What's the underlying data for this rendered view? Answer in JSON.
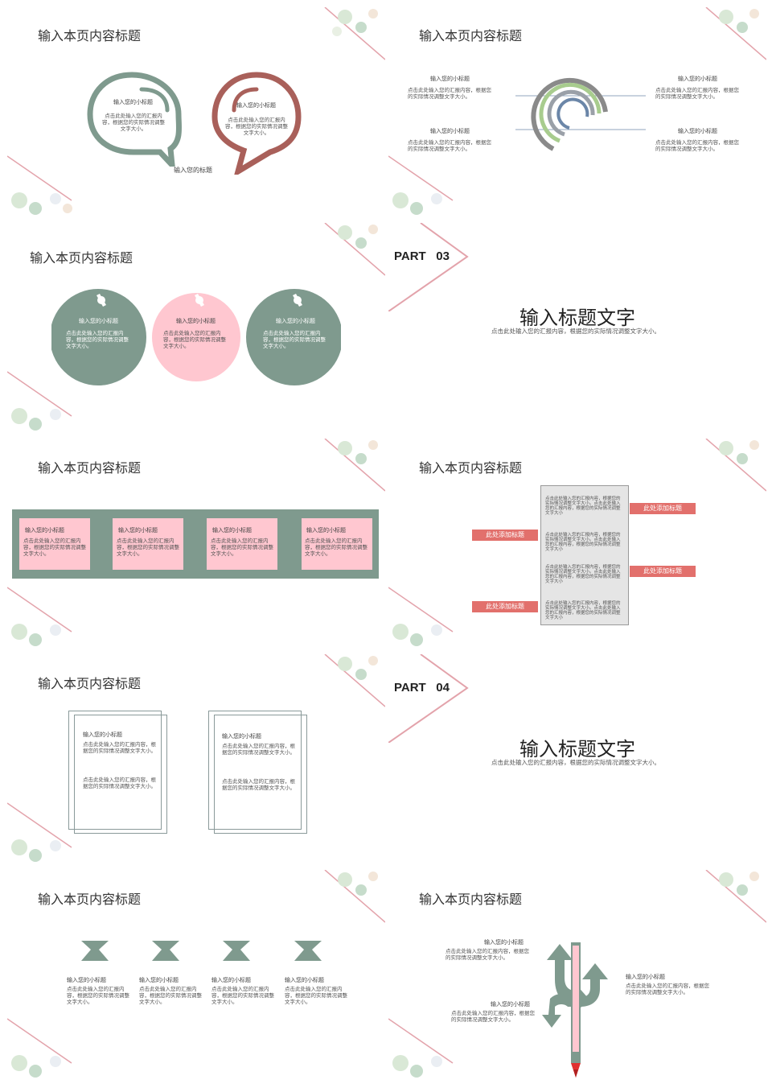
{
  "colors": {
    "green": "#7f9a8e",
    "red": "#a9605a",
    "pink": "#ffc7d0",
    "pinkline": "#e3a3ab",
    "salmon": "#e2706c",
    "gray": "#e5e5e5"
  },
  "s1": {
    "title": "输入本页内容标题",
    "b1_sub": "输入您的小标题",
    "b1_body": "点击此处输入您的汇报内容，根据您的实际情况调整文字大小。",
    "b2_sub": "输入您的小标题",
    "b2_body": "点击此处输入您的汇报内容，根据您的实际情况调整文字大小。",
    "bottom": "输入您的标题"
  },
  "s2": {
    "title": "输入本页内容标题",
    "items": [
      {
        "sub": "输入您的小标题",
        "body": "点击此处输入您的汇报内容，根据您的实际情况调整文字大小。"
      },
      {
        "sub": "输入您的小标题",
        "body": "点击此处输入您的汇报内容，根据您的实际情况调整文字大小。"
      },
      {
        "sub": "输入您的小标题",
        "body": "点击此处输入您的汇报内容，根据您的实际情况调整文字大小。"
      },
      {
        "sub": "输入您的小标题",
        "body": "点击此处输入您的汇报内容，根据您的实际情况调整文字大小。"
      }
    ]
  },
  "s3": {
    "title": "输入本页内容标题",
    "circles": [
      {
        "sub": "输入您的小标题",
        "body": "点击此处输入您的汇报内容，根据您的实际情况调整文字大小。"
      },
      {
        "sub": "输入您的小标题",
        "body": "点击此处输入您的汇报内容，根据您的实际情况调整文字大小。"
      },
      {
        "sub": "输入您的小标题",
        "body": "点击此处输入您的汇报内容，根据您的实际情况调整文字大小。"
      }
    ]
  },
  "s4": {
    "part": "PART",
    "num": "03",
    "heading": "输入标题文字",
    "desc": "点击此处输入您的汇报内容，根据您的实际情况调整文字大小。"
  },
  "s5": {
    "title": "输入本页内容标题",
    "cards": [
      {
        "sub": "输入您的小标题",
        "body": "点击此处输入您的汇报内容，根据您的实际情况调整文字大小。"
      },
      {
        "sub": "输入您的小标题",
        "body": "点击此处输入您的汇报内容，根据您的实际情况调整文字大小。"
      },
      {
        "sub": "输入您的小标题",
        "body": "点击此处输入您的汇报内容，根据您的实际情况调整文字大小。"
      },
      {
        "sub": "输入您的小标题",
        "body": "点击此处输入您的汇报内容，根据您的实际情况调整文字大小。"
      }
    ]
  },
  "s6": {
    "title": "输入本页内容标题",
    "tag": "此处添加标题",
    "rows": [
      "点击此处输入您的汇报内容，根据您的实际情况调整文字大小。点击此处输入您的汇报内容，根据您的实际情况调整文字大小",
      "点击此处输入您的汇报内容，根据您的实际情况调整文字大小。点击此处输入您的汇报内容，根据您的实际情况调整文字大小",
      "点击此处输入您的汇报内容，根据您的实际情况调整文字大小。点击此处输入您的汇报内容，根据您的实际情况调整文字大小",
      "点击此处输入您的汇报内容，根据您的实际情况调整文字大小。点击此处输入您的汇报内容，根据您的实际情况调整文字大小"
    ]
  },
  "s7": {
    "title": "输入本页内容标题",
    "frames": [
      {
        "sub": "输入您的小标题",
        "body1": "点击此处输入您的汇报内容，根据您的实际情况调整文字大小。",
        "body2": "点击此处输入您的汇报内容，根据您的实际情况调整文字大小。"
      },
      {
        "sub": "输入您的小标题",
        "body1": "点击此处输入您的汇报内容，根据您的实际情况调整文字大小。",
        "body2": "点击此处输入您的汇报内容，根据您的实际情况调整文字大小。"
      }
    ]
  },
  "s8": {
    "part": "PART",
    "num": "04",
    "heading": "输入标题文字",
    "desc": "点击此处输入您的汇报内容，根据您的实际情况调整文字大小。"
  },
  "s9": {
    "title": "输入本页内容标题",
    "items": [
      {
        "sub": "输入您的小标题",
        "body": "点击此处输入您的汇报内容，根据您的实际情况调整文字大小。"
      },
      {
        "sub": "输入您的小标题",
        "body": "点击此处输入您的汇报内容，根据您的实际情况调整文字大小。"
      },
      {
        "sub": "输入您的小标题",
        "body": "点击此处输入您的汇报内容，根据您的实际情况调整文字大小。"
      },
      {
        "sub": "输入您的小标题",
        "body": "点击此处输入您的汇报内容，根据您的实际情况调整文字大小。"
      }
    ]
  },
  "s10": {
    "title": "输入本页内容标题",
    "items": [
      {
        "sub": "输入您的小标题",
        "body": "点击此处输入您的汇报内容，根据您的实际情况调整文字大小。"
      },
      {
        "sub": "输入您的小标题",
        "body": "点击此处输入您的汇报内容，根据您的实际情况调整文字大小。"
      },
      {
        "sub": "输入您的小标题",
        "body": "点击此处输入您的汇报内容，根据您的实际情况调整文字大小。"
      }
    ]
  }
}
